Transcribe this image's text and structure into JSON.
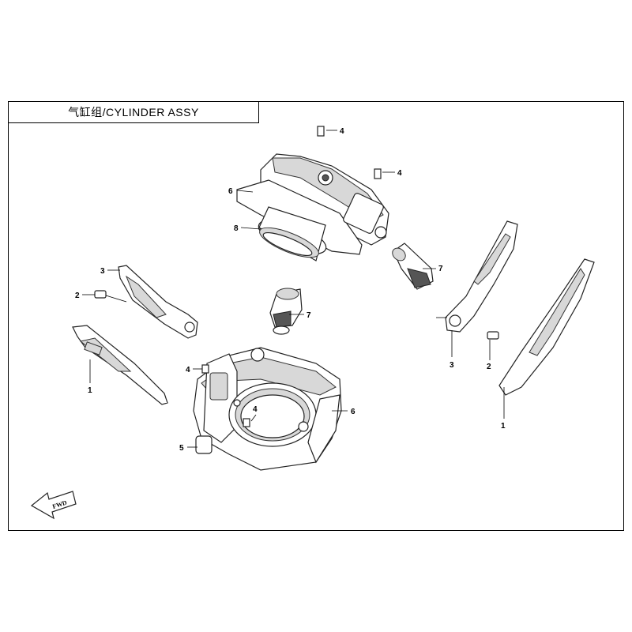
{
  "title": "气缸组/CYLINDER ASSY",
  "callouts": {
    "c1a": "1",
    "c1b": "1",
    "c2a": "2",
    "c2b": "2",
    "c3a": "3",
    "c3b": "3",
    "c4a": "4",
    "c4b": "4",
    "c4c": "4",
    "c4d": "4",
    "c5": "5",
    "c6a": "6",
    "c6b": "6",
    "c7a": "7",
    "c7b": "7",
    "c8": "8"
  },
  "fwd_label": "FWD"
}
